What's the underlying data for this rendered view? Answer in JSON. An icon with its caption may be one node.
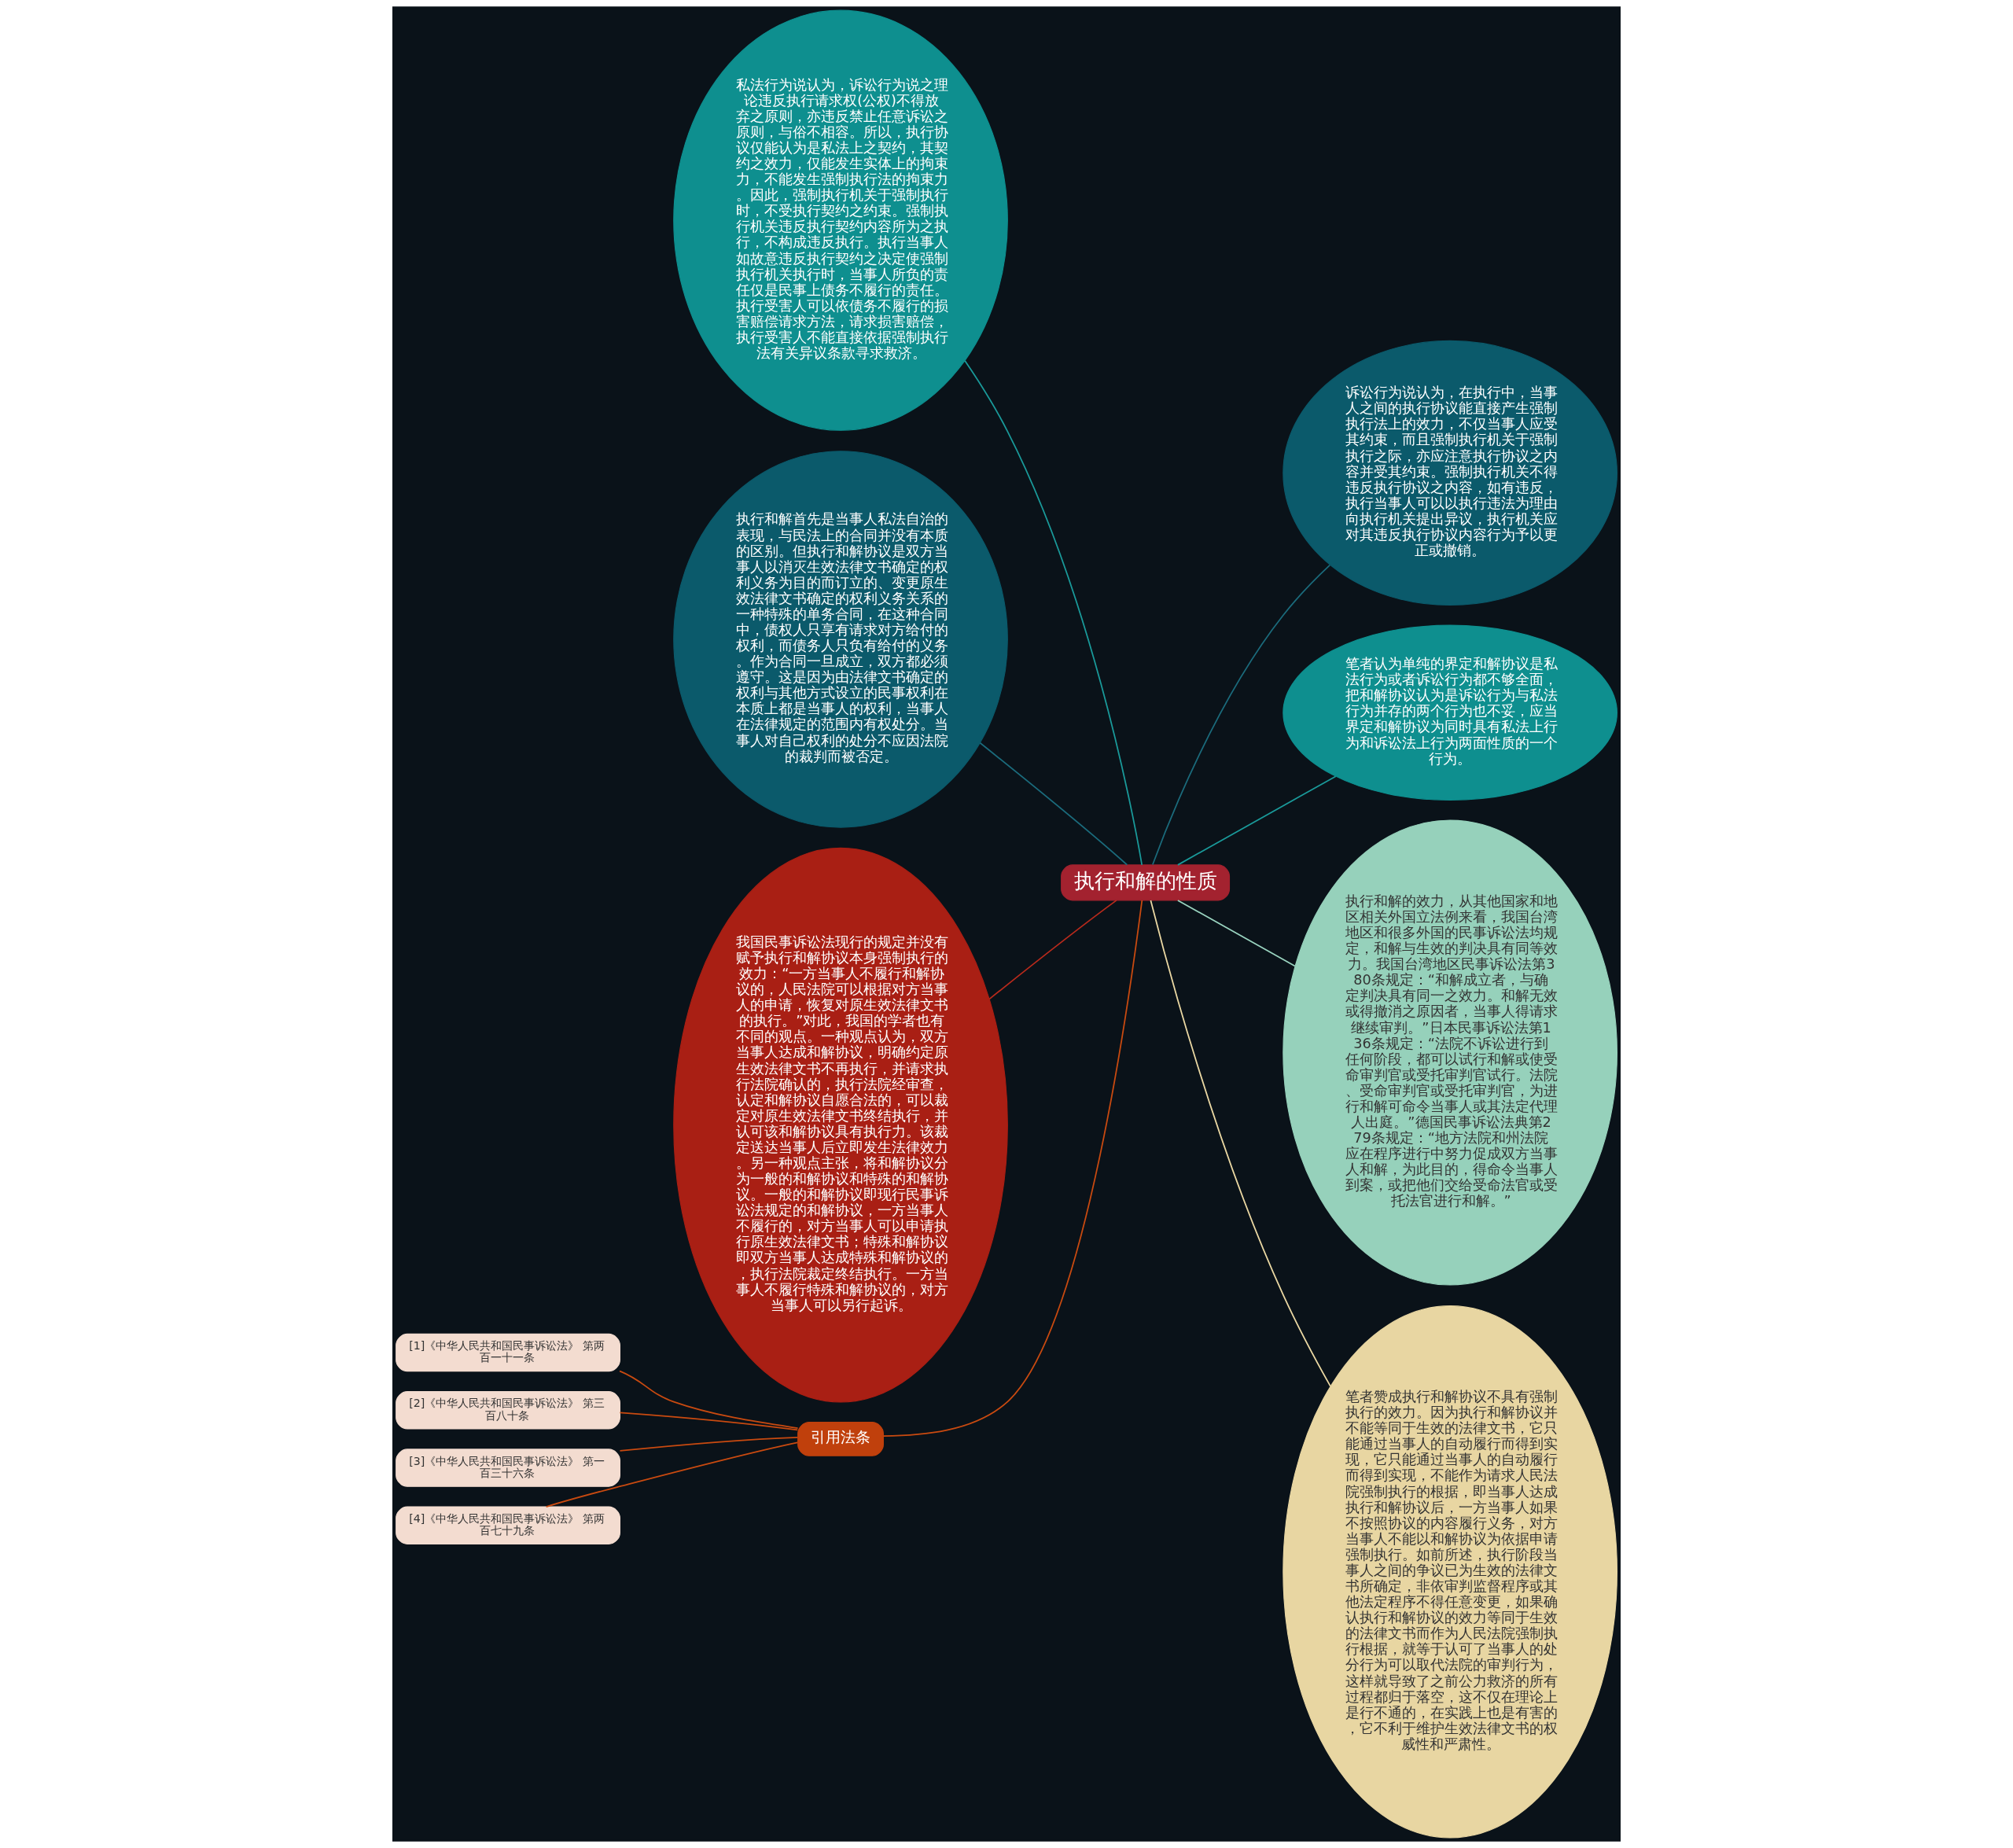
{
  "diagram": {
    "nodes": [
      {
        "text": [
          "执行和解的性质"
        ]
      },
      {
        "text": [
          "私法行为说认为，诉讼行为说之理论违反执行请求权(公权)不得放弃之原则，亦违反禁止任意诉讼之原则，与俗不相容。所以，执行协议仅能认为是私法上之契约，其契约之效力，仅能发生实体上的拘束力，不能发生强制执行法的拘束力。因此，强制执行机关于强制执行时，不受执行契约之约束。强制执行机关违反执行契约内容所为之执行，不构成违反执行。执行当事人如故意违反执行契约之决定使强制执行机关执行时，当事人所负的责任仅是民事上债务不履行的责任。执行受害人可以依债务不履行的损害赔偿请求方法，请求损害赔偿，执行受害人不能直接依据强制执行法有关异议条款寻求救济。"
        ]
      },
      {
        "text": [
          "执行和解首先是当事人私法自治的表现，与民法上的合同并没有本质的区别。但执行和解协议是双方当事人以消灭生效法律文书确定的权利义务为目的而订立的、变更原生效法律文书确定的权利义务关系的一种特殊的单务合同，在这种合同中，债权人只享有请求对方给付的权利，而债务人只负有给付的义务。作为合同一旦成立，双方都必须遵守。这是因为由法律文书确定的权利与其他方式设立的民事权利在本质上都是当事人的权利，当事人在法律规定的范围内有权处分。当事人对自己权利的处分不应因法院的裁判而被否定。"
        ]
      },
      {
        "text": [
          "我国民事诉讼法现行的规定并没有赋予执行和解协议本身强制执行的效力：“一方当事人不履行和解协议的，人民法院可以根据对方当事人的申请，恢复对原生效法律文书的执行。”对此，我国的学者也有不同的观点。一种观点认为，双方当事人达成和解协议，明确约定原生效法律文书不再执行，并请求执行法院确认的，执行法院经审查，认定和解协议自愿合法的，可以裁定对原生效法律文书终结执行，并认可该和解协议具有执行力。该裁定送达当事人后立即发生法律效力。另一种观点主张，将和解协议分为一般的和解协议和特殊的和解协议。一般的和解协议即现行民事诉讼法规定的和解协议，一方当事人不履行的，对方当事人可以申请执行原生效法律文书；特殊和解协议即双方当事人达成特殊和解协议的，执行法院裁定终结执行。一方当事人不履行特殊和解协议的，对方当事人可以另行起诉。"
        ]
      },
      {
        "text": [
          "引用法条"
        ]
      },
      {
        "text": [
          "[1]《中华人民共和国民事诉讼法》 第两百一十一条"
        ]
      },
      {
        "text": [
          "[2]《中华人民共和国民事诉讼法》 第三百八十条"
        ]
      },
      {
        "text": [
          "[3]《中华人民共和国民事诉讼法》 第一百三十六条"
        ]
      },
      {
        "text": [
          "[4]《中华人民共和国民事诉讼法》 第两百七十九条"
        ]
      },
      {
        "text": [
          "诉讼行为说认为，在执行中，当事人之间的执行协议能直接产生强制执行法上的效力，不仅当事人应受其约束，而且强制执行机关于强制执行之际，亦应注意执行协议之内容并受其约束。强制执行机关不得违反执行协议之内容，如有违反，执行当事人可以以执行违法为理由向执行机关提出异议，执行机关应对其违反执行协议内容行为予以更正或撤销。"
        ]
      },
      {
        "text": [
          "笔者认为单纯的界定和解协议是私法行为或者诉讼行为都不够全面，把和解协议认为是诉讼行为与私法行为并存的两个行为也不妥，应当界定和解协议为同时具有私法上行为和诉讼法上行为两面性质的一个行为。"
        ]
      },
      {
        "text": [
          "执行和解的效力，从其他国家和地区相关外国立法例来看，我国台湾地区和很多外国的民事诉讼法均规定，和解与生效的判决具有同等效力。我国台湾地区民事诉讼法第380条规定：“和解成立者，与确定判决具有同一之效力。和解无效或得撤消之原因者，当事人得请求继续审判。”日本民事诉讼法第136条规定：“法院不诉讼进行到任何阶段，都可以试行和解或使受命审判官或受托审判官试行。法院、受命审判官或受托审判官，为进行和解可命令当事人或其法定代理人出庭。”德国民事诉讼法典第279条规定：“地方法院和州法院应在程序进行中努力促成双方当事人和解，为此目的，得命令当事人到案，或把他们交给受命法官或受托法官进行和解。”"
        ]
      },
      {
        "text": [
          "笔者赞成执行和解协议不具有强制执行的效力。因为执行和解协议并不能等同于生效的法律文书，它只能通过当事人的自动履行而得到实现，它只能通过当事人的自动履行而得到实现，不能作为请求人民法院强制执行的根据，即当事人达成执行和解协议后，一方当事人如果不按照协议的内容履行义务，对方当事人不能以和解协议为依据申请强制执行。如前所述，执行阶段当事人之间的争议已为生效的法律文书所确定，非依审判监督程序或其他法定程序不得任意变更，如果确认执行和解协议的效力等同于生效的法律文书而作为人民法院强制执行根据，就等于认可了当事人的处分行为可以取代法院的审判行为，这样就导致了之前公力救济的所有过程都归于落空，这不仅在理论上是行不通的，在实践上也是有害的，它不利于维护生效法律文书的权威性和严肃性。"
        ]
      }
    ],
    "edges": [
      {
        "from": 0,
        "to": 1,
        "arrow": "none",
        "color": "#1a9a9a"
      },
      {
        "from": 0,
        "to": 2,
        "arrow": "none",
        "color": "#1b6b7c"
      },
      {
        "from": 0,
        "to": 3,
        "arrow": "none",
        "color": "#b82a1c"
      },
      {
        "from": 0,
        "to": 4,
        "arrow": "none",
        "color": "#c94a10"
      },
      {
        "from": 4,
        "to": 5,
        "arrow": "none",
        "color": "#c94a10"
      },
      {
        "from": 4,
        "to": 6,
        "arrow": "none",
        "color": "#c94a10"
      },
      {
        "from": 4,
        "to": 7,
        "arrow": "none",
        "color": "#c94a10"
      },
      {
        "from": 4,
        "to": 8,
        "arrow": "none",
        "color": "#c94a10"
      },
      {
        "from": 0,
        "to": 9,
        "arrow": "none",
        "color": "#1b6b7c"
      },
      {
        "from": 0,
        "to": 10,
        "arrow": "none",
        "color": "#1a9a9a"
      },
      {
        "from": 0,
        "to": 11,
        "arrow": "none",
        "color": "#9ad4c0"
      },
      {
        "from": 0,
        "to": 12,
        "arrow": "none",
        "color": "#ecd9a4"
      }
    ]
  }
}
